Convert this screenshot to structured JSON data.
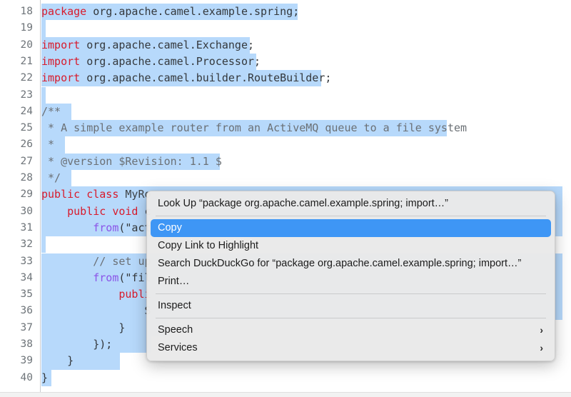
{
  "editor": {
    "name": "code-viewer",
    "language": "java",
    "first_line_number": 18,
    "selection_color": "#b7d9fb",
    "keyword_color": "#d81b2c",
    "function_color": "#8b54e8",
    "comment_color": "#6b7075",
    "lines": [
      {
        "no": "18",
        "text": "package org.apache.camel.example.spring;",
        "sel_left": 0,
        "sel_width": 359
      },
      {
        "no": "19",
        "text": "",
        "sel_left": 0,
        "sel_width": 6
      },
      {
        "no": "20",
        "text": "import org.apache.camel.Exchange;",
        "sel_left": 0,
        "sel_width": 292
      },
      {
        "no": "21",
        "text": "import org.apache.camel.Processor;",
        "sel_left": 0,
        "sel_width": 301
      },
      {
        "no": "22",
        "text": "import org.apache.camel.builder.RouteBuilder;",
        "sel_left": 0,
        "sel_width": 392
      },
      {
        "no": "23",
        "text": "",
        "sel_left": 0,
        "sel_width": 6
      },
      {
        "no": "24",
        "text": "/**",
        "sel_left": 0,
        "sel_width": 42
      },
      {
        "no": "25",
        "text": " * A simple example router from an ActiveMQ queue to a file system",
        "sel_left": 0,
        "sel_width": 568
      },
      {
        "no": "26",
        "text": " *",
        "sel_left": 0,
        "sel_width": 33
      },
      {
        "no": "27",
        "text": " * @version $Revision: 1.1 $",
        "sel_left": 0,
        "sel_width": 250
      },
      {
        "no": "28",
        "text": " */",
        "sel_left": 0,
        "sel_width": 42
      },
      {
        "no": "29",
        "text": "public class MyRouteBuilder extends RouteBuilder {",
        "sel_left": 0,
        "sel_width": 730
      },
      {
        "no": "30",
        "text": "    public void configure() {",
        "sel_left": 0,
        "sel_width": 730
      },
      {
        "no": "31",
        "text": "        from(\"activemq:example.A\").to(\"activemq:example.B\");",
        "sel_left": 0,
        "sel_width": 730
      },
      {
        "no": "32",
        "text": "",
        "sel_left": 0,
        "sel_width": 6
      },
      {
        "no": "33",
        "text": "        // set up a listener on the file component",
        "sel_left": 0,
        "sel_width": 730
      },
      {
        "no": "34",
        "text": "        from(\"file://test\").process(new Processor() {",
        "sel_left": 0,
        "sel_width": 730
      },
      {
        "no": "35",
        "text": "            public void process(Exchange e) throws Exception {",
        "sel_left": 0,
        "sel_width": 730
      },
      {
        "no": "36",
        "text": "                System.out.println(\"Received exchange: \" + e.getIn());",
        "sel_left": 0,
        "sel_width": 730
      },
      {
        "no": "37",
        "text": "            }",
        "sel_left": 0,
        "sel_width": 178
      },
      {
        "no": "38",
        "text": "        });",
        "sel_left": 0,
        "sel_width": 154
      },
      {
        "no": "39",
        "text": "    }",
        "sel_left": 0,
        "sel_width": 110
      },
      {
        "no": "40",
        "text": "}",
        "sel_left": 0,
        "sel_width": 14
      }
    ],
    "tokens": [
      {
        "no": "18",
        "parts": [
          {
            "t": "package",
            "c": "kw"
          },
          {
            "t": " org.apache.camel.example.spring;",
            "c": "plain"
          }
        ]
      },
      {
        "no": "19",
        "parts": []
      },
      {
        "no": "20",
        "parts": [
          {
            "t": "import",
            "c": "kw"
          },
          {
            "t": " org.apache.camel.Exchange;",
            "c": "plain"
          }
        ]
      },
      {
        "no": "21",
        "parts": [
          {
            "t": "import",
            "c": "kw"
          },
          {
            "t": " org.apache.camel.Processor;",
            "c": "plain"
          }
        ]
      },
      {
        "no": "22",
        "parts": [
          {
            "t": "import",
            "c": "kw"
          },
          {
            "t": " org.apache.camel.builder.RouteBuilder;",
            "c": "plain"
          }
        ]
      },
      {
        "no": "23",
        "parts": []
      },
      {
        "no": "24",
        "parts": [
          {
            "t": "/**",
            "c": "cmt"
          }
        ]
      },
      {
        "no": "25",
        "parts": [
          {
            "t": " * A simple example router from an ActiveMQ queue to a file system",
            "c": "cmt"
          }
        ]
      },
      {
        "no": "26",
        "parts": [
          {
            "t": " *",
            "c": "cmt"
          }
        ]
      },
      {
        "no": "27",
        "parts": [
          {
            "t": " * @version $Revision: 1.1 $",
            "c": "cmt"
          }
        ]
      },
      {
        "no": "28",
        "parts": [
          {
            "t": " */",
            "c": "cmt"
          }
        ]
      },
      {
        "no": "29",
        "parts": [
          {
            "t": "public",
            "c": "kw"
          },
          {
            "t": " ",
            "c": "plain"
          },
          {
            "t": "class",
            "c": "kw"
          },
          {
            "t": " ",
            "c": "plain"
          },
          {
            "t": "MyRo",
            "c": "type"
          }
        ]
      },
      {
        "no": "30",
        "parts": [
          {
            "t": "    ",
            "c": "plain"
          },
          {
            "t": "public",
            "c": "kw"
          },
          {
            "t": " ",
            "c": "plain"
          },
          {
            "t": "void",
            "c": "kw"
          },
          {
            "t": " c",
            "c": "plain"
          }
        ]
      },
      {
        "no": "31",
        "parts": [
          {
            "t": "        ",
            "c": "plain"
          },
          {
            "t": "from",
            "c": "fn"
          },
          {
            "t": "(\"act",
            "c": "plain"
          }
        ]
      },
      {
        "no": "32",
        "parts": []
      },
      {
        "no": "33",
        "parts": [
          {
            "t": "        ",
            "c": "plain"
          },
          {
            "t": "// set up",
            "c": "cmt"
          }
        ]
      },
      {
        "no": "34",
        "parts": [
          {
            "t": "        ",
            "c": "plain"
          },
          {
            "t": "from",
            "c": "fn"
          },
          {
            "t": "(\"fil",
            "c": "plain"
          }
        ]
      },
      {
        "no": "35",
        "parts": [
          {
            "t": "            ",
            "c": "plain"
          },
          {
            "t": "publi",
            "c": "kw"
          }
        ]
      },
      {
        "no": "36",
        "parts": [
          {
            "t": "                S",
            "c": "plain"
          }
        ]
      },
      {
        "no": "37",
        "parts": [
          {
            "t": "            }",
            "c": "plain"
          }
        ]
      },
      {
        "no": "38",
        "parts": [
          {
            "t": "        });",
            "c": "plain"
          }
        ]
      },
      {
        "no": "39",
        "parts": [
          {
            "t": "    }",
            "c": "plain"
          }
        ]
      },
      {
        "no": "40",
        "parts": [
          {
            "t": "}",
            "c": "plain"
          }
        ]
      }
    ]
  },
  "context_menu": {
    "name": "browser-context-menu",
    "selected_index": 1,
    "highlight_color": "#3e96f5",
    "items": [
      {
        "label": "Look Up “package org.apache.camel.example.spring;  import…”",
        "selected": false,
        "submenu": false,
        "separator_after": true
      },
      {
        "label": "Copy",
        "selected": true,
        "submenu": false,
        "separator_after": false
      },
      {
        "label": "Copy Link to Highlight",
        "selected": false,
        "submenu": false,
        "separator_after": false
      },
      {
        "label": "Search DuckDuckGo for “package org.apache.camel.example.spring;  import…”",
        "selected": false,
        "submenu": false,
        "separator_after": false
      },
      {
        "label": "Print…",
        "selected": false,
        "submenu": false,
        "separator_after": true
      },
      {
        "label": "Inspect",
        "selected": false,
        "submenu": false,
        "separator_after": true
      },
      {
        "label": "Speech",
        "selected": false,
        "submenu": true,
        "separator_after": false
      },
      {
        "label": "Services",
        "selected": false,
        "submenu": true,
        "separator_after": false
      }
    ],
    "submenu_arrow_glyph": "›"
  }
}
